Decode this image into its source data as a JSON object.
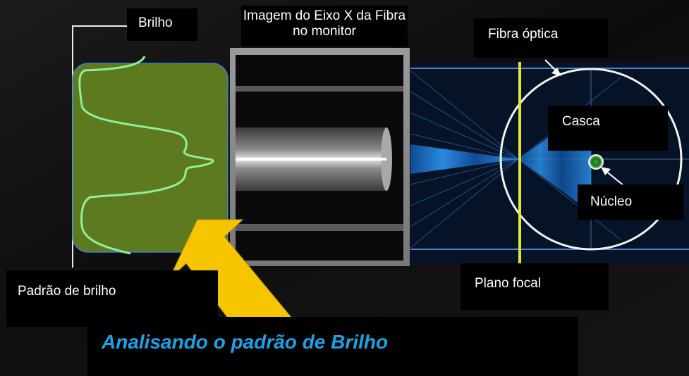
{
  "labels": {
    "brightness": "Brilho",
    "fiber_image_title": "Imagem do Eixo X da Fibra no monitor",
    "optical_fiber": "Fibra óptica",
    "cladding": "Casca",
    "core": "Núcleo",
    "brightness_pattern": "Padrão de brilho",
    "focal_plane": "Plano focal",
    "caption": "Analisando o padrão de Brilho"
  },
  "colors": {
    "background": "#0d0d0d",
    "panel_green": "#5e7a1e",
    "curve_green": "#8ff09a",
    "arrow_yellow": "#f7c400",
    "caption_blue": "#1aa3e8",
    "focal_line_yellow": "#e5e52a",
    "fiber_blue": "#2f8fe0"
  },
  "icons": {
    "pointer_arrow": "arrow-up-left-icon"
  }
}
